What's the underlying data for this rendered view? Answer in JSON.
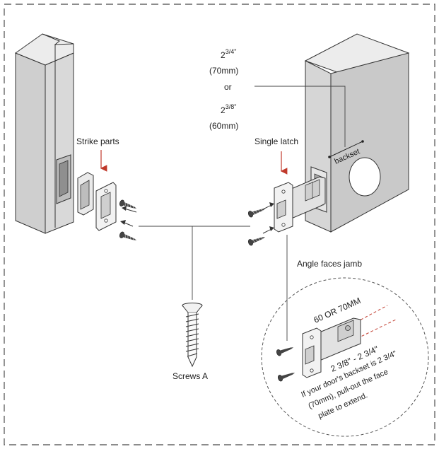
{
  "labels": {
    "strike_parts": "Strike parts",
    "single_latch": "Single latch",
    "screws_a": "Screws A",
    "angle_faces_jamb": "Angle faces jamb",
    "backset": "backset"
  },
  "backset_options": {
    "option1_whole": "2",
    "option1_frac": "3/4\"",
    "option1_mm": "(70mm)",
    "or": "or",
    "option2_whole": "2",
    "option2_frac": "3/8\"",
    "option2_mm": "(60mm)"
  },
  "detail": {
    "size": "60 OR 70MM",
    "range": "2 3/8\" - 2 3/4\"",
    "note_line1": "If your door's backset is 2 3/4\"",
    "note_line2": "(70mm), pull-out the face",
    "note_line3": "plate to extend."
  },
  "colors": {
    "door_face": "#d9d9d9",
    "door_side": "#c6c6c6",
    "door_top": "#ececec",
    "metal": "#e0e0e0",
    "outline": "#333333",
    "arrow_red": "#c0392b",
    "dash": "#666666"
  }
}
